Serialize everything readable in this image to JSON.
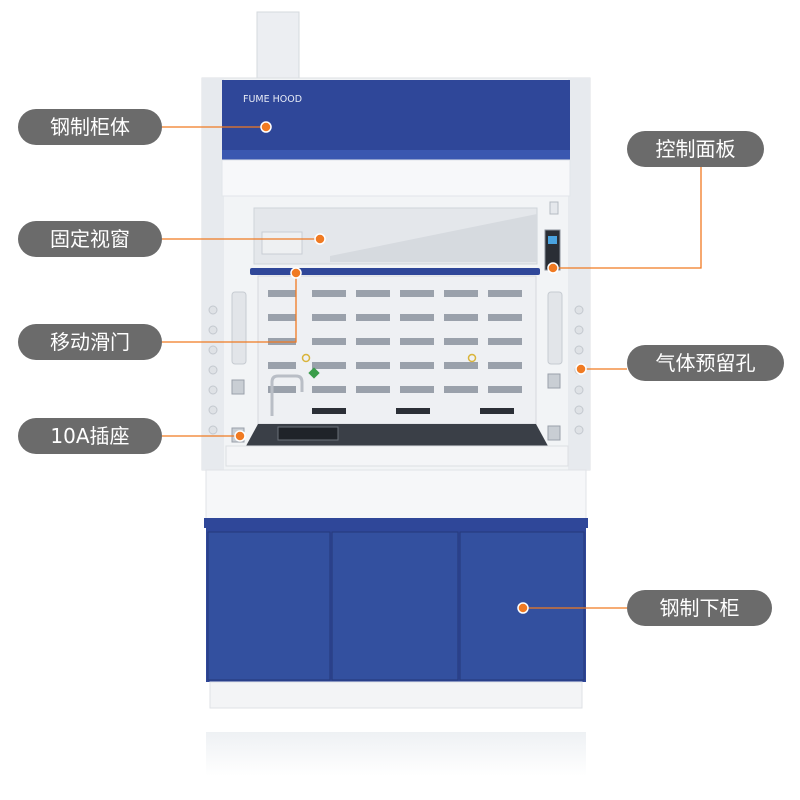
{
  "brand_text": "FUME HOOD",
  "accent_color": "#f07a22",
  "cabinet_blue": "#2f4799",
  "labels": [
    {
      "id": "steel-cabinet",
      "text": "钢制柜体"
    },
    {
      "id": "fixed-window",
      "text": "固定视窗"
    },
    {
      "id": "sliding-door",
      "text": "移动滑门"
    },
    {
      "id": "socket",
      "text": "10A插座"
    },
    {
      "id": "control-panel",
      "text": "控制面板"
    },
    {
      "id": "gas-port",
      "text": "气体预留孔"
    },
    {
      "id": "lower-cabinet",
      "text": "钢制下柜"
    }
  ]
}
